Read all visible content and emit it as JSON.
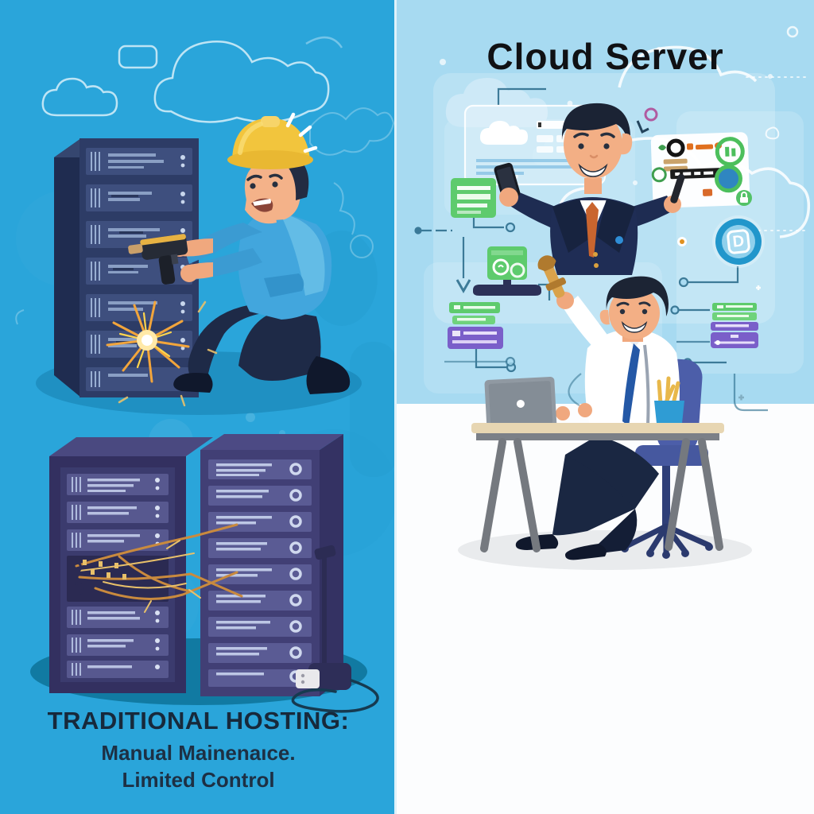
{
  "title": {
    "cloud": "Cloud Server"
  },
  "traditional": {
    "heading": "TRADITIONAL HOSTING:",
    "sub1": "Manual Mainenaıce.",
    "sub2": "Limited Control"
  },
  "badges": {
    "d_badge": "D"
  },
  "icons": [
    "cloud-icon",
    "server-rack-icon",
    "drill-icon",
    "hard-hat-icon",
    "spark-icon",
    "broken-wires-icon",
    "power-plug-icon",
    "browser-window-icon",
    "green-card-icon",
    "monitor-icon",
    "flow-arrow-icon",
    "bar-widget-icon",
    "dashboard-card-icon",
    "lock-icon",
    "d-badge-icon",
    "smartphone-icon",
    "stylus-icon",
    "wrench-icon",
    "laptop-icon",
    "pencil-cup-icon",
    "office-chair-icon",
    "desk-icon"
  ],
  "colors": {
    "left_background": "#2aa5da",
    "right_background_top": "#a7daf1",
    "right_background_bottom": "#fcfdfe",
    "rack_navy": "#2d3c66",
    "rack_purple": "#3f3f72",
    "helmet_yellow": "#f2c53d",
    "shirt_blue": "#42a6dd",
    "suit_navy": "#1f2d55",
    "tie_orange": "#c9652f",
    "green_widget": "#5ecb6d",
    "purple_widget": "#7a5fc9",
    "d_badge_blue": "#2196cb",
    "spark_orange": "#f2a53b",
    "desk_tan": "#e7d6b2",
    "chair_blue": "#4c5ea9",
    "title_text": "#101114",
    "caption_text": "#17293b"
  }
}
